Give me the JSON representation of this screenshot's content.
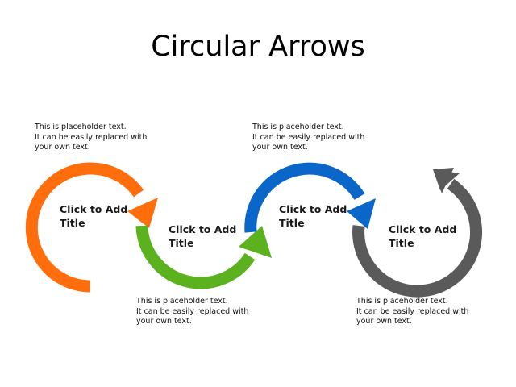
{
  "slide": {
    "title": "Circular Arrows"
  },
  "steps": [
    {
      "title_line1": "Click to Add",
      "title_line2": "Title",
      "color": "#FF6D0D",
      "text_line1": "This is placeholder text.",
      "text_line2": "It can be easily replaced with",
      "text_line3": "your own text.",
      "text_position": "above"
    },
    {
      "title_line1": "Click to Add",
      "title_line2": "Title",
      "color": "#5CB21E",
      "text_line1": "This is placeholder text.",
      "text_line2": "It can be easily replaced with",
      "text_line3": "your own text.",
      "text_position": "below"
    },
    {
      "title_line1": "Click to Add",
      "title_line2": "Title",
      "color": "#0A66C9",
      "text_line1": "This is placeholder text.",
      "text_line2": "It can be easily replaced with",
      "text_line3": "your own text.",
      "text_position": "above"
    },
    {
      "title_line1": "Click to Add",
      "title_line2": "Title",
      "color": "#5A5A5A",
      "text_line1": "This is placeholder text.",
      "text_line2": "It can be easily replaced with",
      "text_line3": "your own text.",
      "text_position": "below"
    }
  ]
}
